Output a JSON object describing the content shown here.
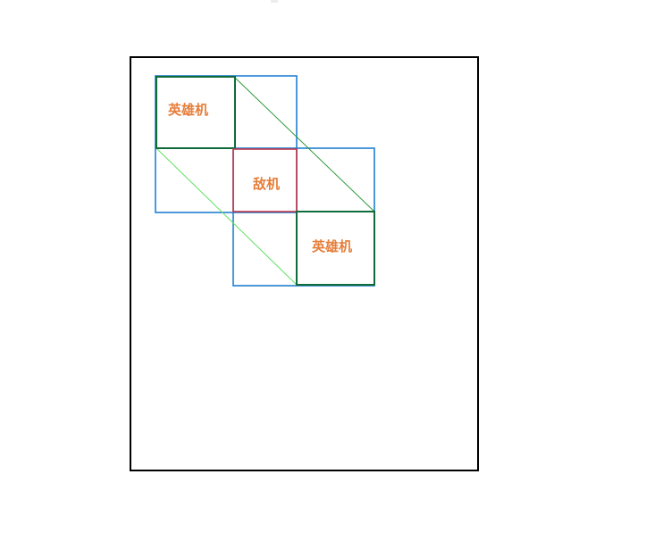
{
  "labels": {
    "hero_top": "英雄机",
    "enemy": "敌机",
    "hero_bottom": "英雄机"
  },
  "colors": {
    "frame": "#000000",
    "aabb_box": "#1f7fd1",
    "plane_box": "#0f6b3a",
    "enemy_box": "#c0354a",
    "diagonal_dark": "#2e9a3c",
    "diagonal_light": "#62e062",
    "label_text": "#e67e3a"
  }
}
